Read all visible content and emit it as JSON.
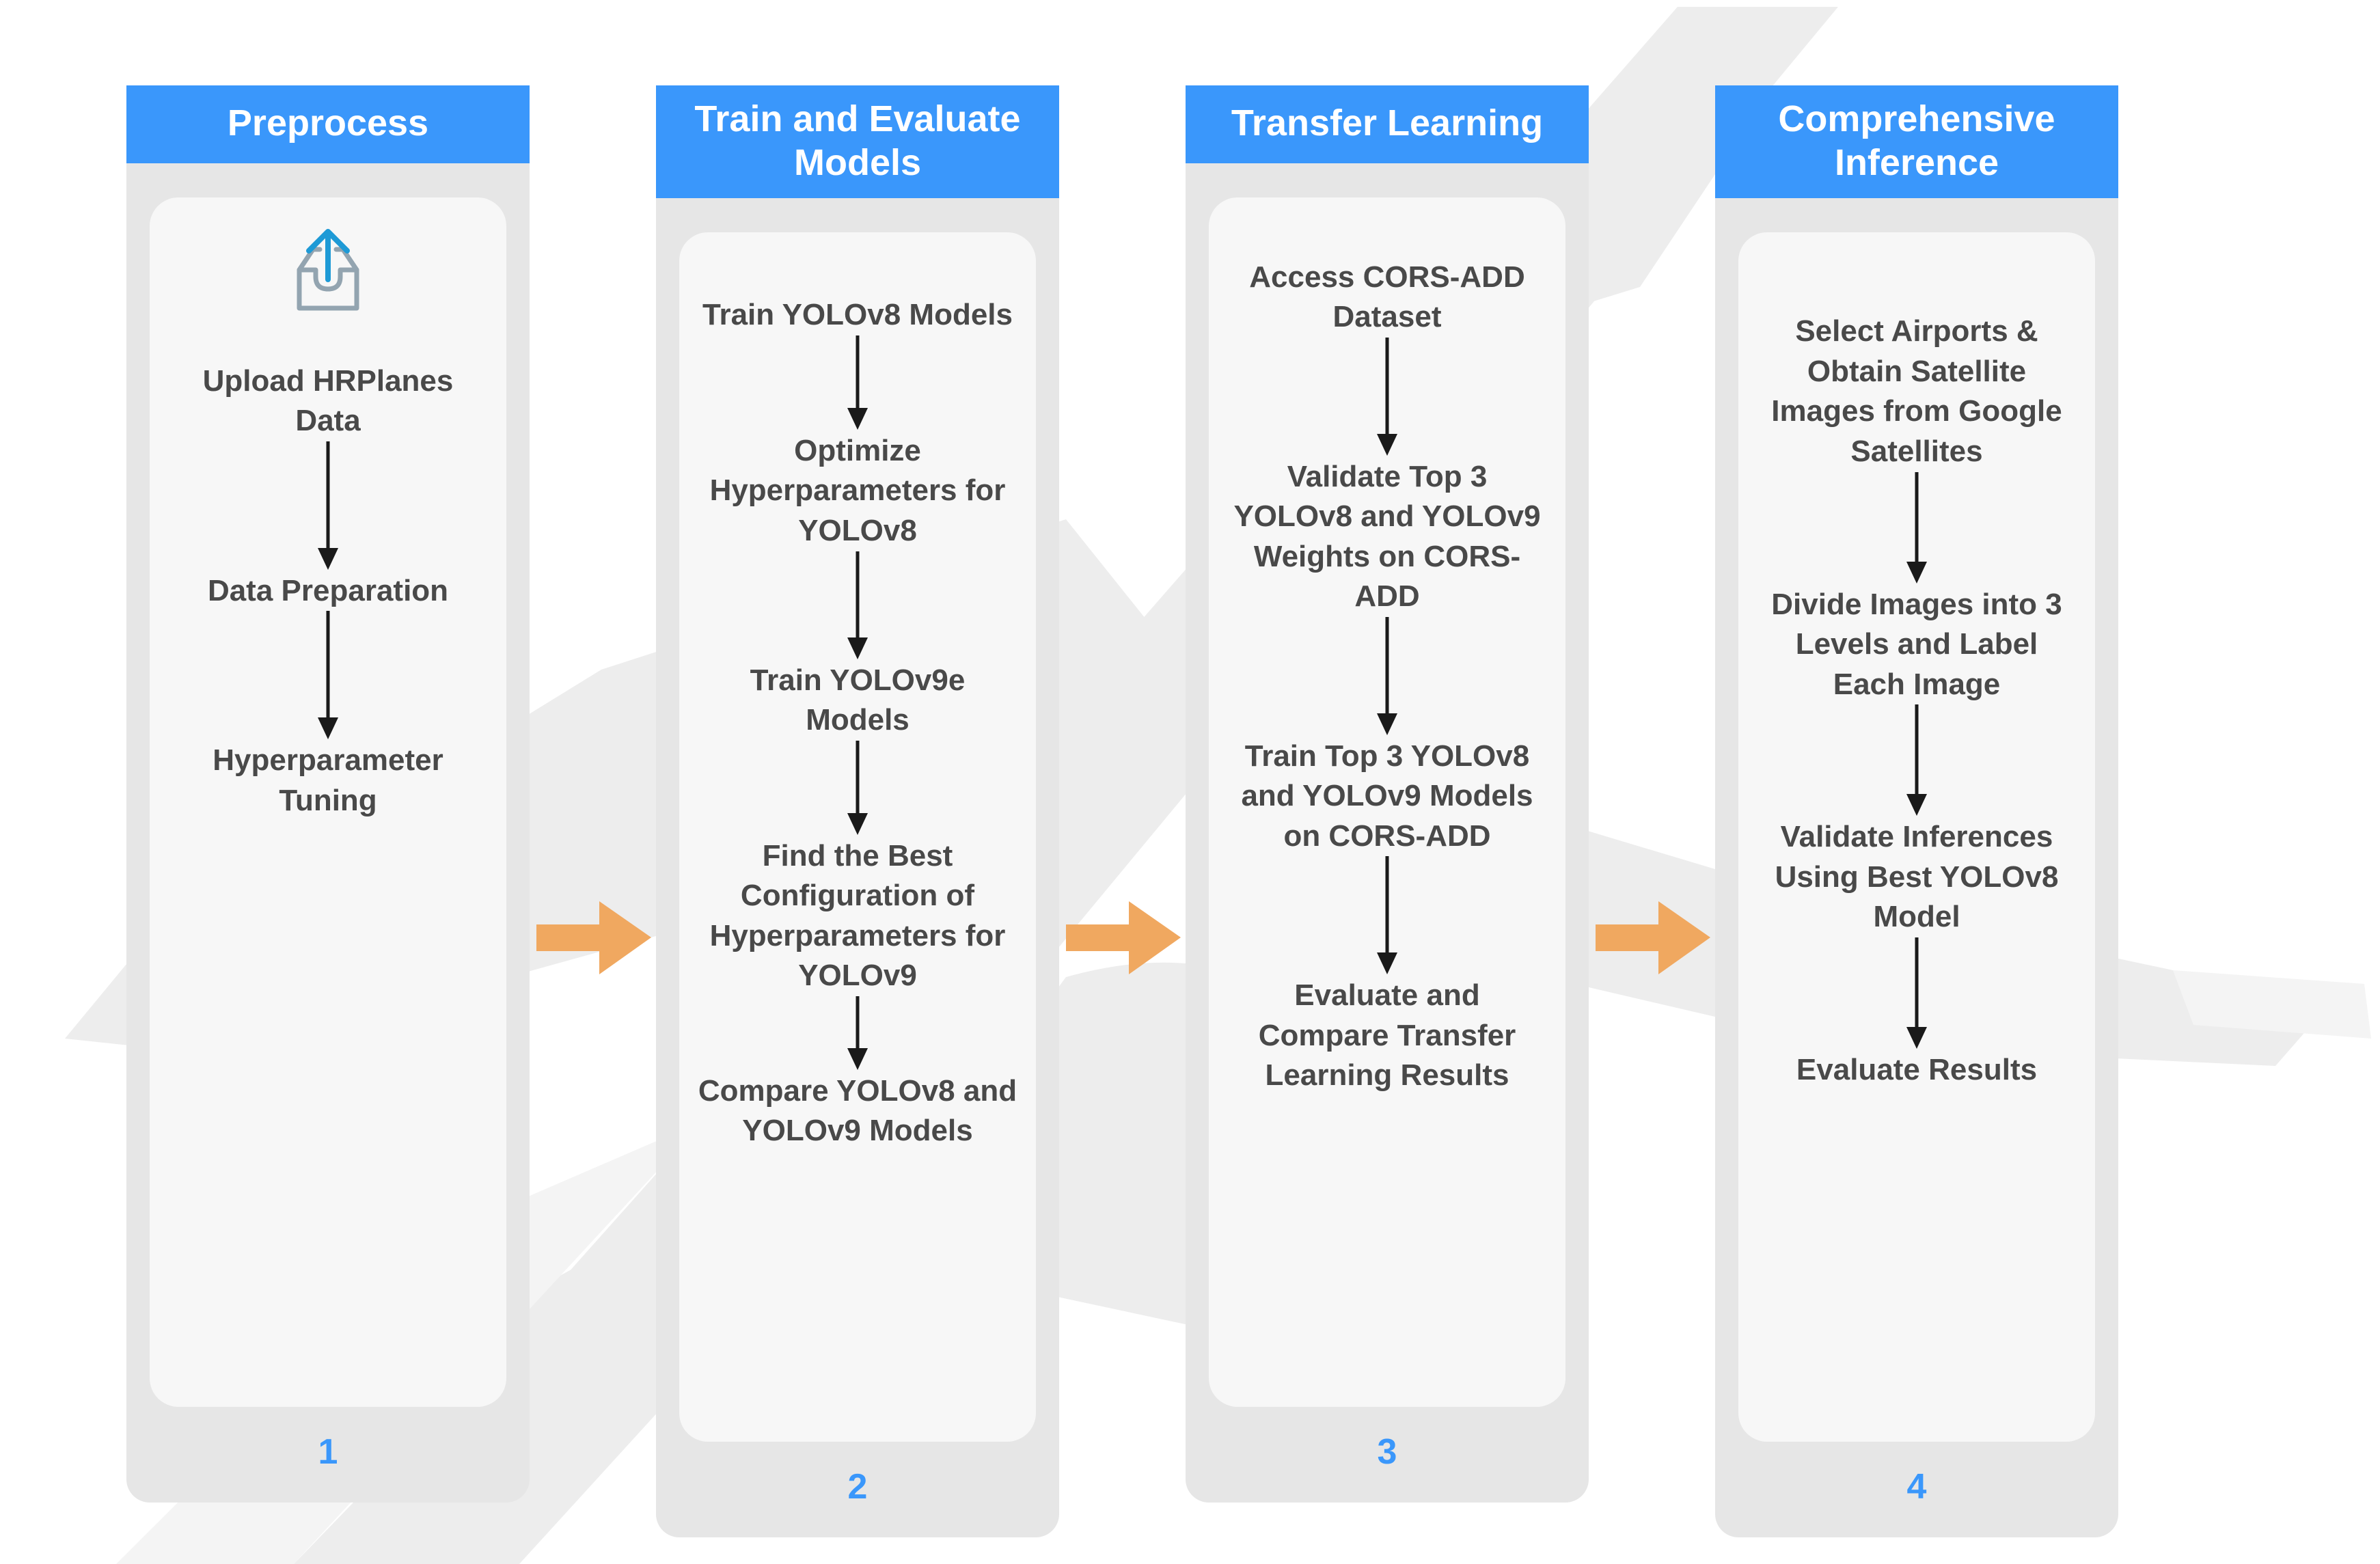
{
  "theme": {
    "header_blue": "#3A97FB",
    "stage_number_blue": "#3A97FB",
    "arrow_orange": "#F0A860",
    "text_gray": "#494949",
    "outer_card_gray": "#E6E6E6",
    "inner_card_gray": "#F7F7F7",
    "upload_icon_tray": "#93A4B0",
    "upload_icon_arrow": "#1E9AD6",
    "background": "#FFFFFF",
    "watermark_gray": "#ECECEC"
  },
  "diagram": {
    "type": "flowchart",
    "orientation": "horizontal-stages-with-vertical-steps",
    "stage_connector_icon": "right-arrow-icon",
    "step_connector_icon": "down-arrow-icon",
    "background_watermark": "airplane-silhouette"
  },
  "stages": [
    {
      "number": "1",
      "title": "Preprocess",
      "icon": "upload-tray-icon",
      "steps": [
        "Upload HRPlanes Data",
        "Data Preparation",
        "Hyperparameter Tuning"
      ]
    },
    {
      "number": "2",
      "title": "Train and Evaluate Models",
      "icon": null,
      "steps": [
        "Train YOLOv8 Models",
        "Optimize Hyperparameters for YOLOv8",
        "Train YOLOv9e Models",
        "Find the Best Configuration of Hyperparameters for YOLOv9",
        "Compare YOLOv8 and YOLOv9 Models"
      ]
    },
    {
      "number": "3",
      "title": "Transfer Learning",
      "icon": null,
      "steps": [
        "Access CORS-ADD Dataset",
        "Validate Top 3 YOLOv8 and YOLOv9 Weights on CORS-ADD",
        "Train Top 3 YOLOv8 and YOLOv9 Models on CORS-ADD",
        "Evaluate and Compare Transfer Learning Results"
      ]
    },
    {
      "number": "4",
      "title": "Comprehensive Inference",
      "icon": null,
      "steps": [
        "Select Airports & Obtain Satellite Images from Google Satellites",
        "Divide Images into 3 Levels and Label Each Image",
        "Validate Inferences Using Best YOLOv8 Model",
        "Evaluate Results"
      ]
    }
  ]
}
